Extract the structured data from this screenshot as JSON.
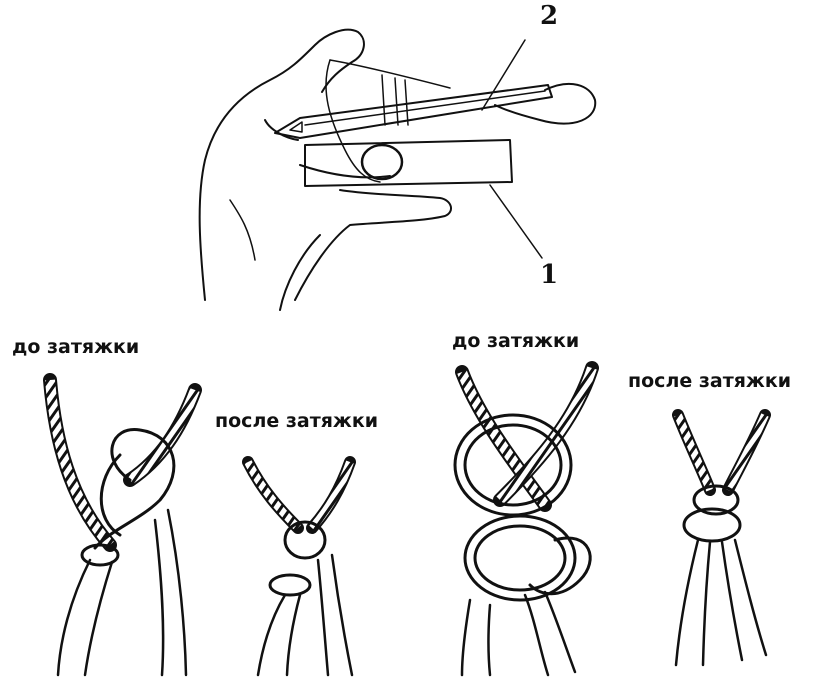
{
  "callouts": {
    "one": "1",
    "two": "2"
  },
  "knot_a": {
    "before": "до затяжки",
    "after": "после затяжки"
  },
  "knot_b": {
    "before": "до затяжки",
    "after": "после затяжки"
  },
  "ink_color": "#111111"
}
